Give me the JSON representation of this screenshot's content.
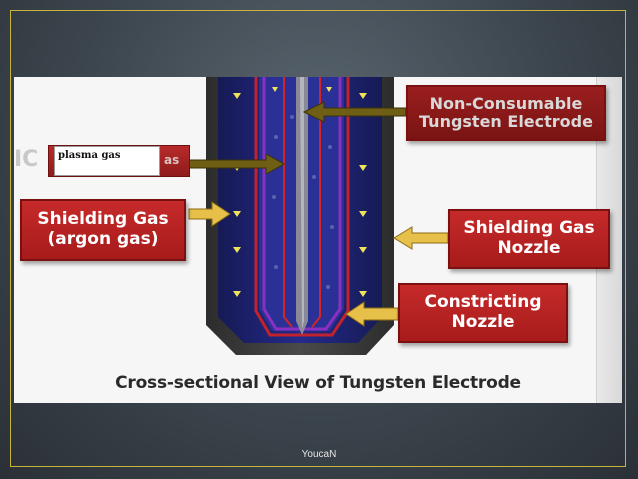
{
  "slide": {
    "caption": "Cross-sectional View of Tungsten Electrode",
    "footer": "YoucaN"
  },
  "labels": {
    "electrode": [
      "Non-Consumable",
      "Tungsten Electrode"
    ],
    "shielding_gas": [
      "Shielding Gas",
      "(argon gas)"
    ],
    "shielding_nozzle": [
      "Shielding Gas",
      "Nozzle"
    ],
    "constricting": [
      "Constricting",
      "Nozzle"
    ],
    "plasma": "plasma gas",
    "plasma_partial": "as",
    "side_partial": "IC"
  },
  "colors": {
    "label_red": "#b52222",
    "arrow_gold": "#e7c04a",
    "arrow_dark": "#7a6a1a",
    "nozzle_navy": "#1b1f6e",
    "electrode_gray": "#7a7a86"
  }
}
